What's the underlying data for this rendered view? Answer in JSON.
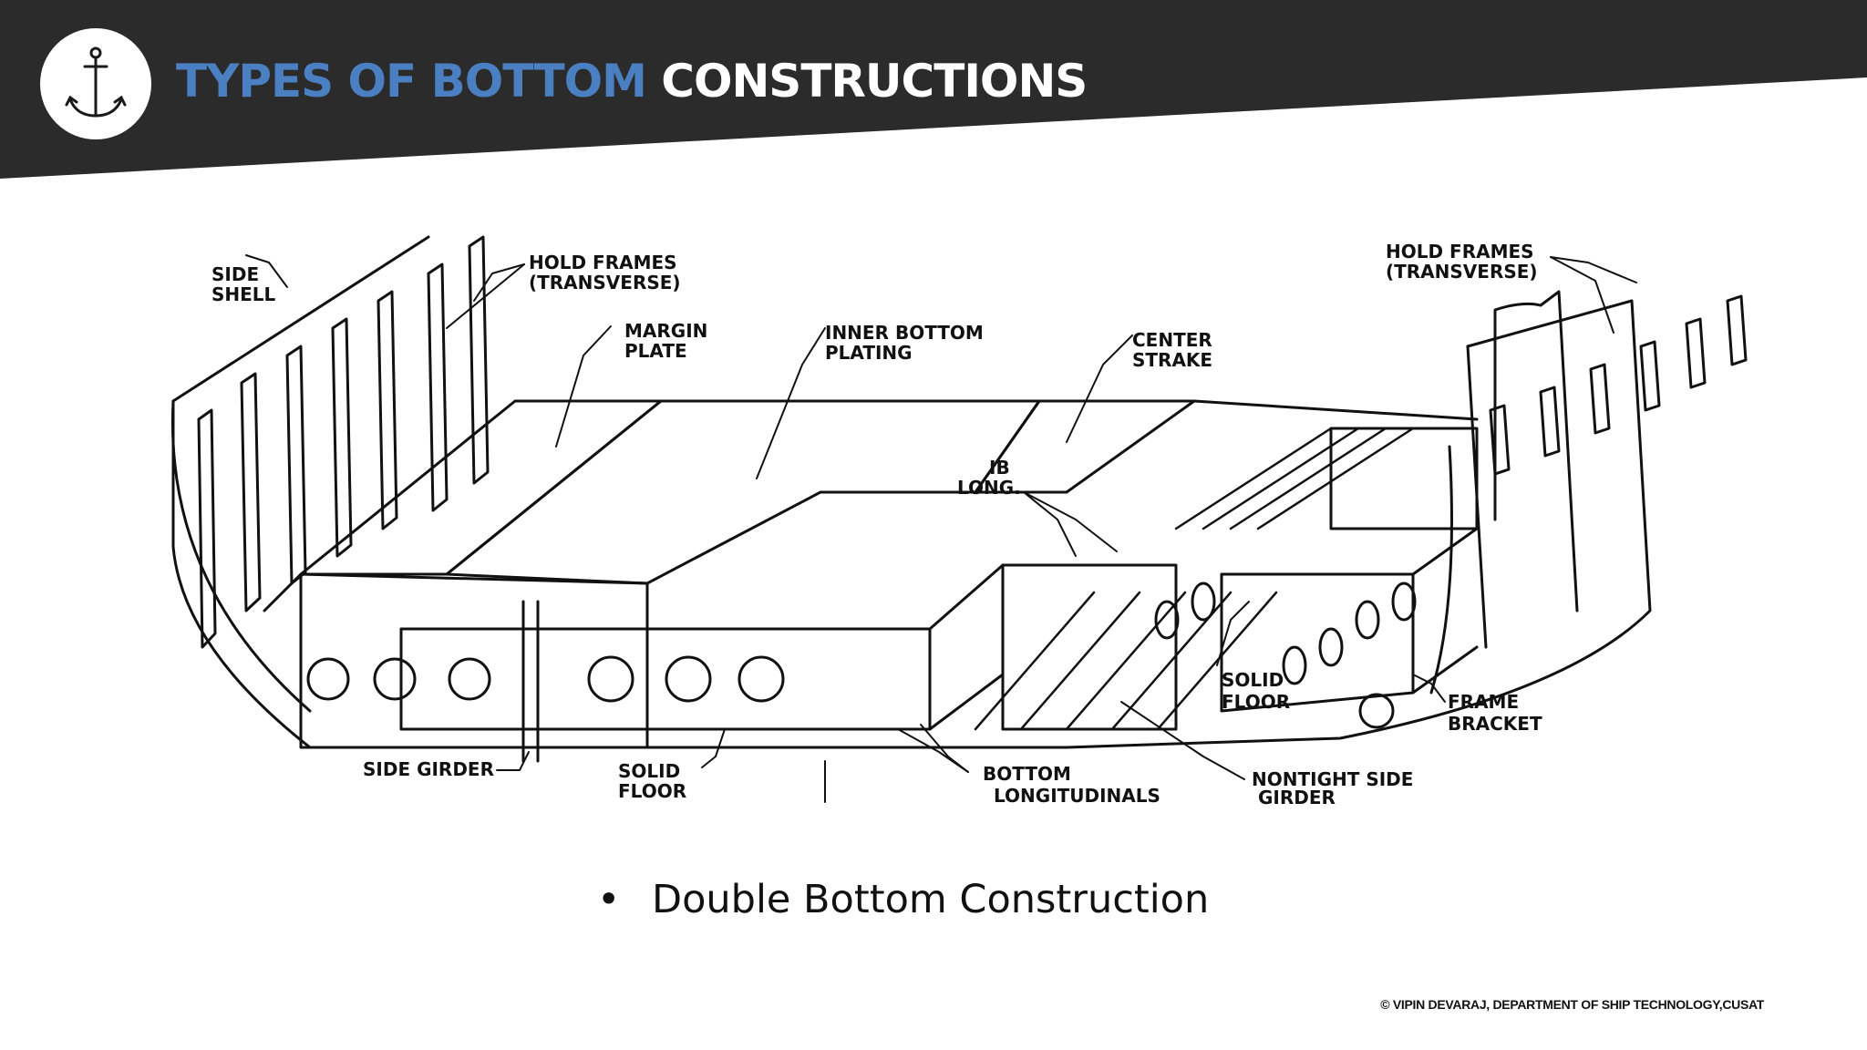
{
  "header": {
    "logo_icon": "anchor-icon",
    "title_accent": "TYPES OF BOTTOM",
    "title_main": "CONSTRUCTIONS",
    "colors": {
      "band": "#2b2b2b",
      "accent": "#4a7fc1",
      "title": "#ffffff"
    }
  },
  "diagram": {
    "labels": {
      "side_shell": [
        "SIDE",
        "SHELL"
      ],
      "hold_frames_left": [
        "HOLD FRAMES",
        "(TRANSVERSE)"
      ],
      "hold_frames_right": [
        "HOLD FRAMES",
        "(TRANSVERSE)"
      ],
      "margin_plate": [
        "MARGIN",
        "PLATE"
      ],
      "inner_bottom_plating": [
        "INNER BOTTOM",
        "PLATING"
      ],
      "center_strake": [
        "CENTER",
        "STRAKE"
      ],
      "ib_long": [
        "IB",
        "LONG."
      ],
      "solid_floor_right": [
        "SOLID",
        "FLOOR"
      ],
      "frame_bracket": [
        "FRAME",
        "BRACKET"
      ],
      "side_girder": "SIDE GIRDER",
      "solid_floor_left": [
        "SOLID",
        "FLOOR"
      ],
      "bottom_longitudinals": [
        "BOTTOM",
        "LONGITUDINALS"
      ],
      "nontight_side_girder": [
        "NONTIGHT SIDE",
        "GIRDER"
      ]
    }
  },
  "content": {
    "bullet": "Double Bottom Construction"
  },
  "footer": {
    "copyright": "© VIPIN DEVARAJ, DEPARTMENT OF SHIP TECHNOLOGY,CUSAT"
  }
}
